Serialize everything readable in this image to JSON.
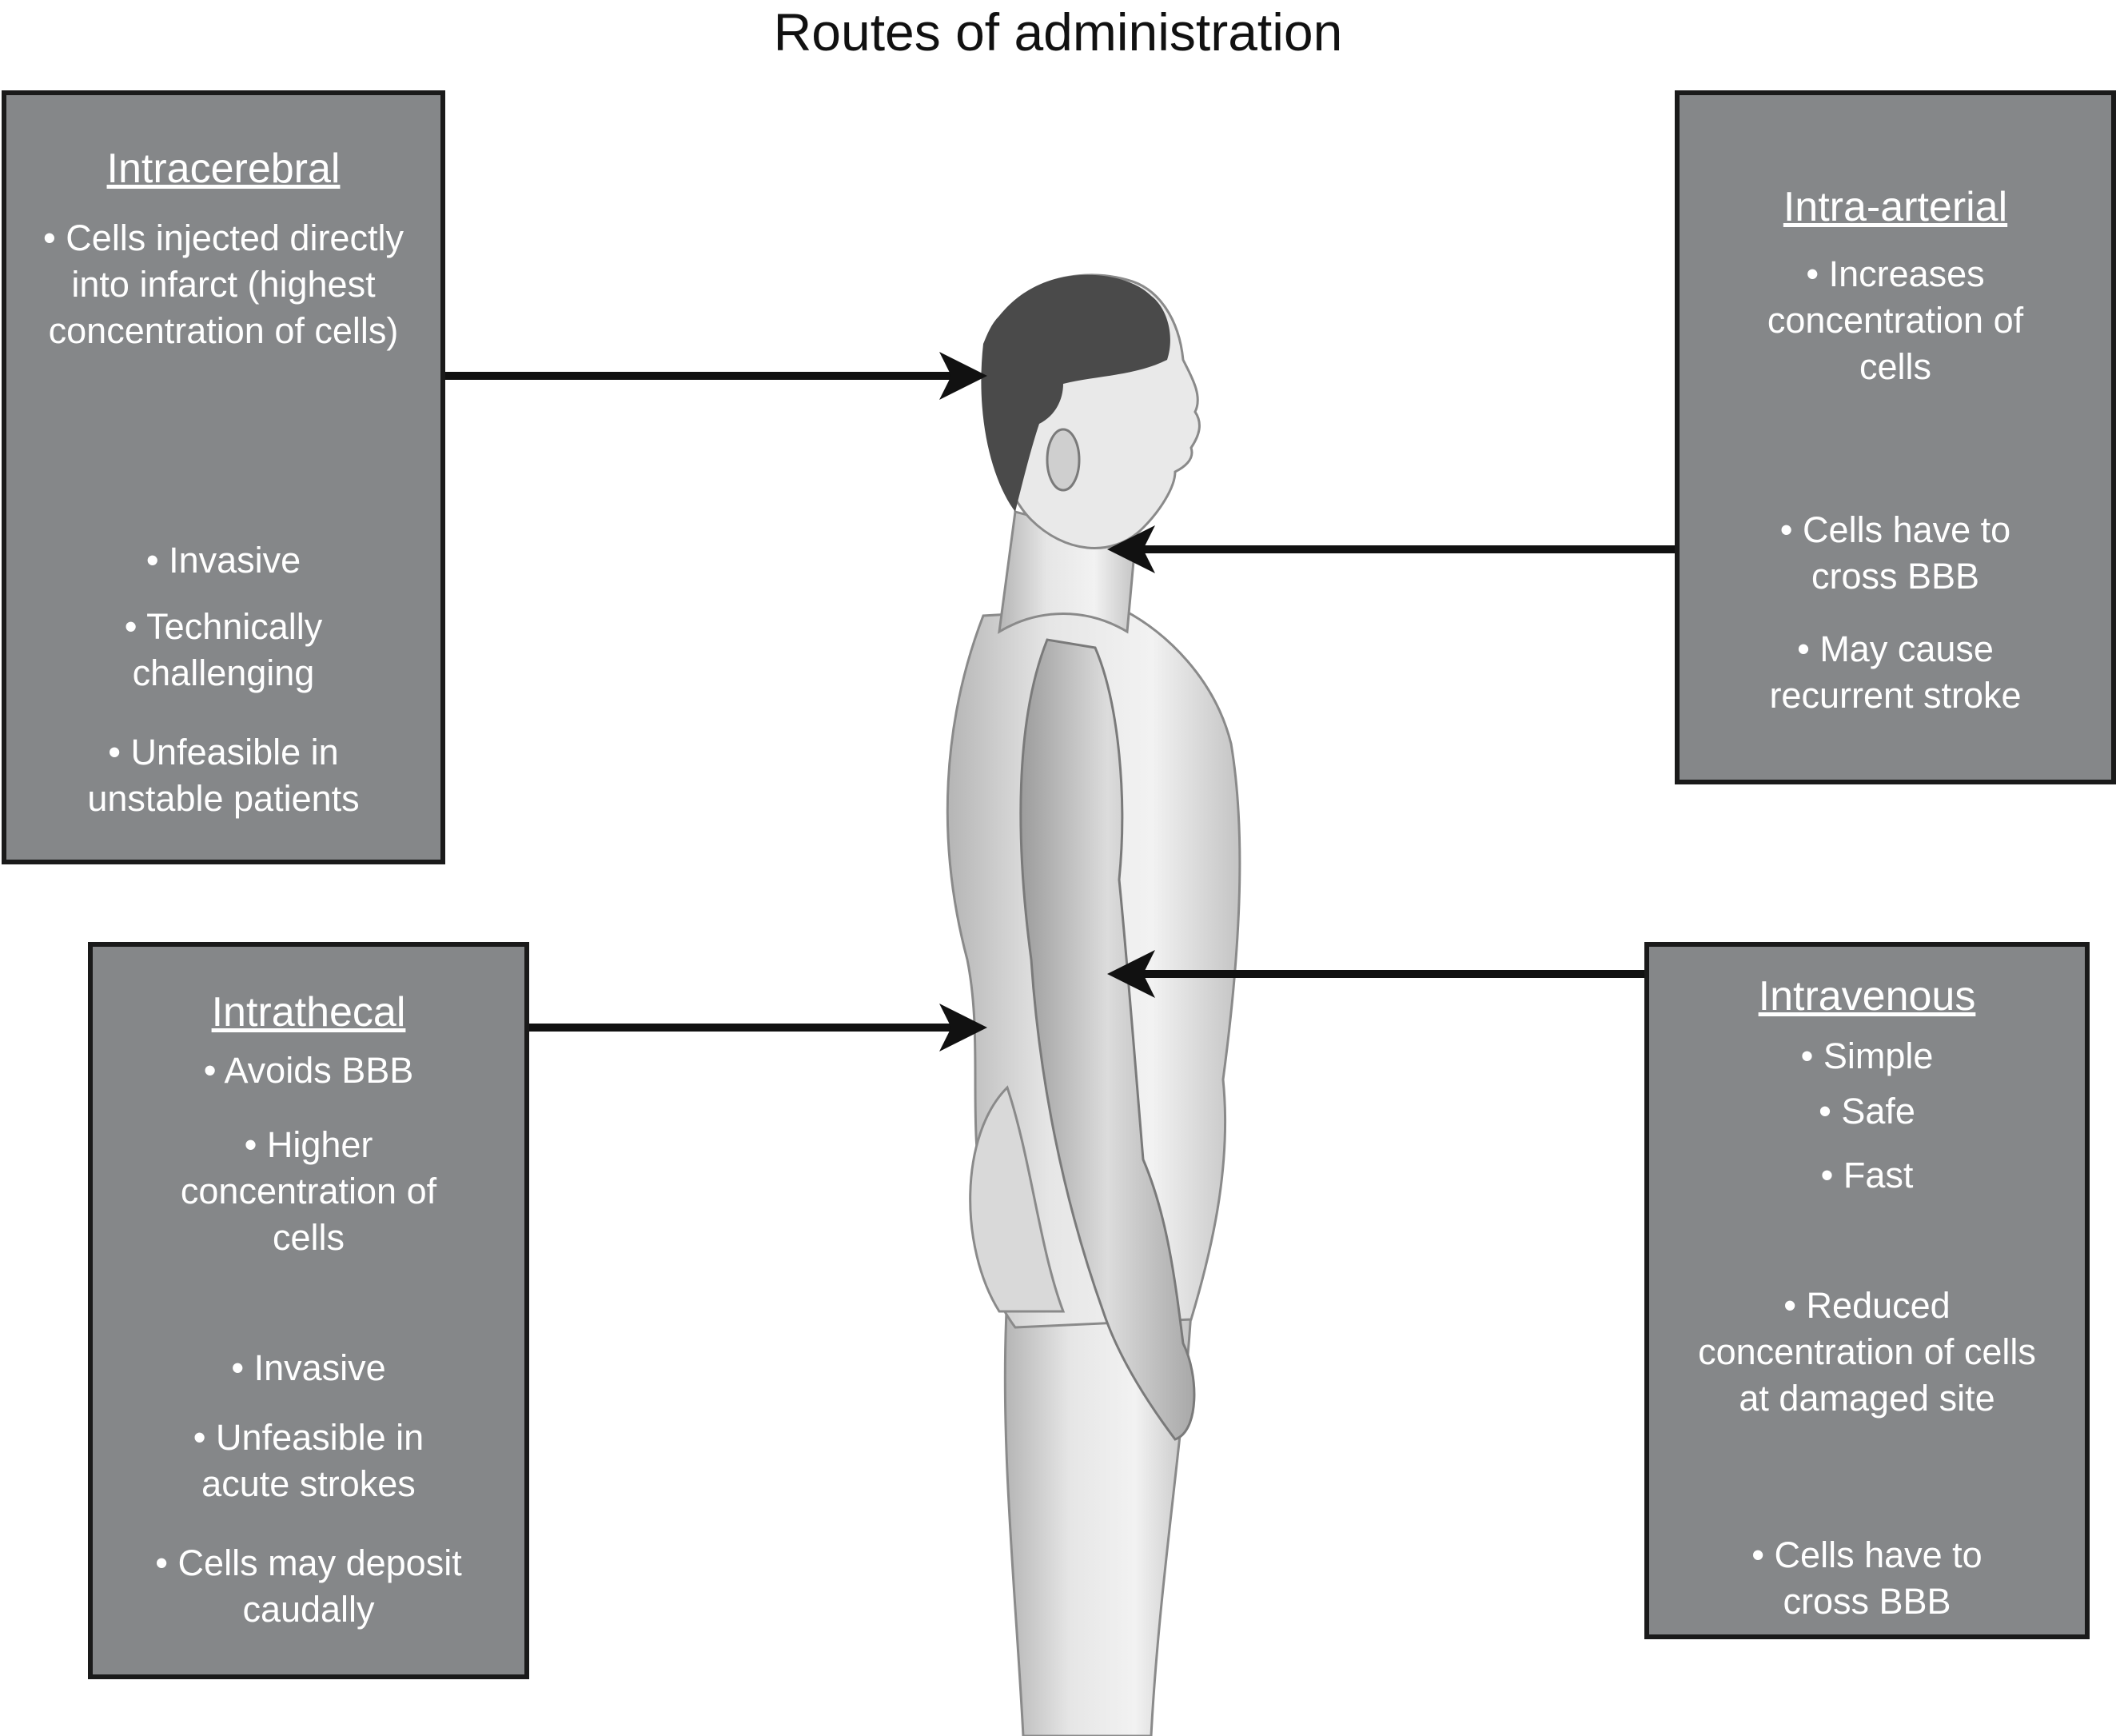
{
  "title": "Routes of administration",
  "colors": {
    "box_fill": "#858789",
    "box_border": "#1a1a1a",
    "box_text": "#ffffff",
    "arrow": "#111111"
  },
  "boxes": {
    "intracerebral": {
      "heading": "Intracerebral",
      "items": [
        "• Cells injected directly into infarct (highest concentration of cells)",
        "• Invasive",
        "• Technically challenging",
        "• Unfeasible in unstable patients"
      ]
    },
    "intra_arterial": {
      "heading": "Intra-arterial",
      "items": [
        "• Increases concentration of cells",
        "• Cells have to cross BBB",
        "• May cause recurrent stroke"
      ]
    },
    "intrathecal": {
      "heading": "Intrathecal",
      "items": [
        "• Avoids BBB",
        "• Higher concentration of cells",
        "• Invasive",
        "• Unfeasible in acute strokes",
        "• Cells may deposit caudally"
      ]
    },
    "intravenous": {
      "heading": "Intravenous",
      "items": [
        "• Simple",
        "• Safe",
        "• Fast",
        "• Reduced concentration of cells at damaged site",
        "• Cells have to cross BBB"
      ]
    }
  },
  "figure": {
    "icon": "human-body-side-view-icon"
  }
}
